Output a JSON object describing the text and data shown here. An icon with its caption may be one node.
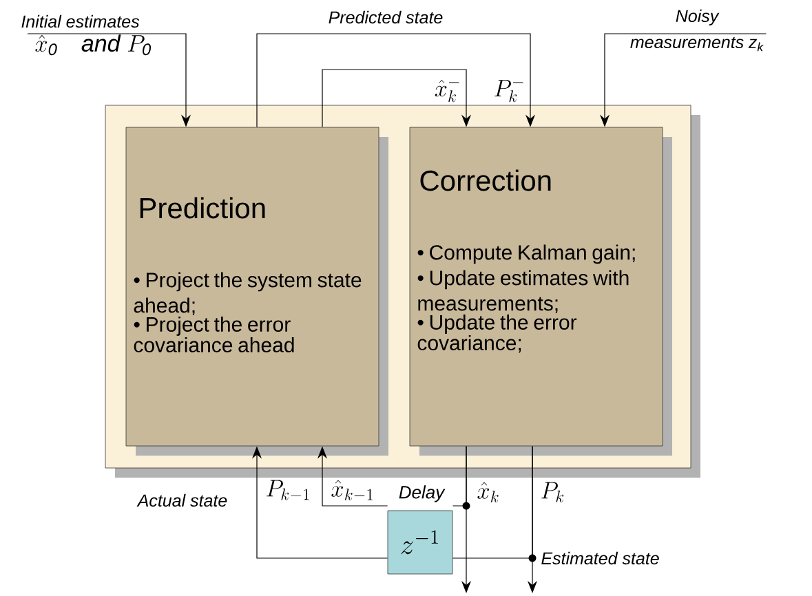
{
  "diagram": {
    "nodes": [
      {
        "text": [],
        "shape": "box"
      },
      {
        "text": [
          "Prediction",
          "• Project the system state ahead;",
          "• Project the error covariance ahead"
        ],
        "in": 0
      },
      {
        "text": [
          "Correction",
          "• Compute Kalman gain;",
          "• Update estimates with measurements;",
          "• Update the error covariance;"
        ],
        "in": 0
      },
      {
        "text": [
          "z^{-1}"
        ],
        "beside": [
          "Delay"
        ]
      },
      {
        "text": [
          "Initial estimates",
          "\\hat{x}_{\\mathit{0}} \\quad \\textit{and} \\; P_{\\mathit{0}}"
        ]
      },
      {
        "text": [
          "Noisy measurements z$_{k}$"
        ]
      }
    ],
    "edges": [
      {
        "from": 4,
        "to": 1,
        "arrow": "to"
      },
      {
        "from": 1,
        "to": 2,
        "arrow": "to",
        "label": "P_{k}^{-}"
      },
      {
        "from": 1,
        "to": 2,
        "arrow": "to",
        "label": "\\hat{x}_{k}^{-}"
      },
      {
        "from": 5,
        "to": 2,
        "arrow": "to"
      },
      {
        "from": 2,
        "to": null,
        "arrow": "to",
        "label": "\\hat{x}_{k}"
      },
      {
        "from": 2,
        "to": null,
        "arrow": "to",
        "label": "P_{k}"
      },
      {
        "from": 2,
        "to": 3,
        "arrow": "none"
      },
      {
        "from": 2,
        "to": 3,
        "arrow": "none"
      },
      {
        "from": 3,
        "to": 1,
        "arrow": "to",
        "label": "\\hat{x}_{k-1}"
      },
      {
        "from": 3,
        "to": 1,
        "arrow": "to",
        "label": "P_{k-1}"
      }
    ],
    "labels": [
      "Predicted state",
      "Actual state",
      "Estimated state"
    ]
  }
}
